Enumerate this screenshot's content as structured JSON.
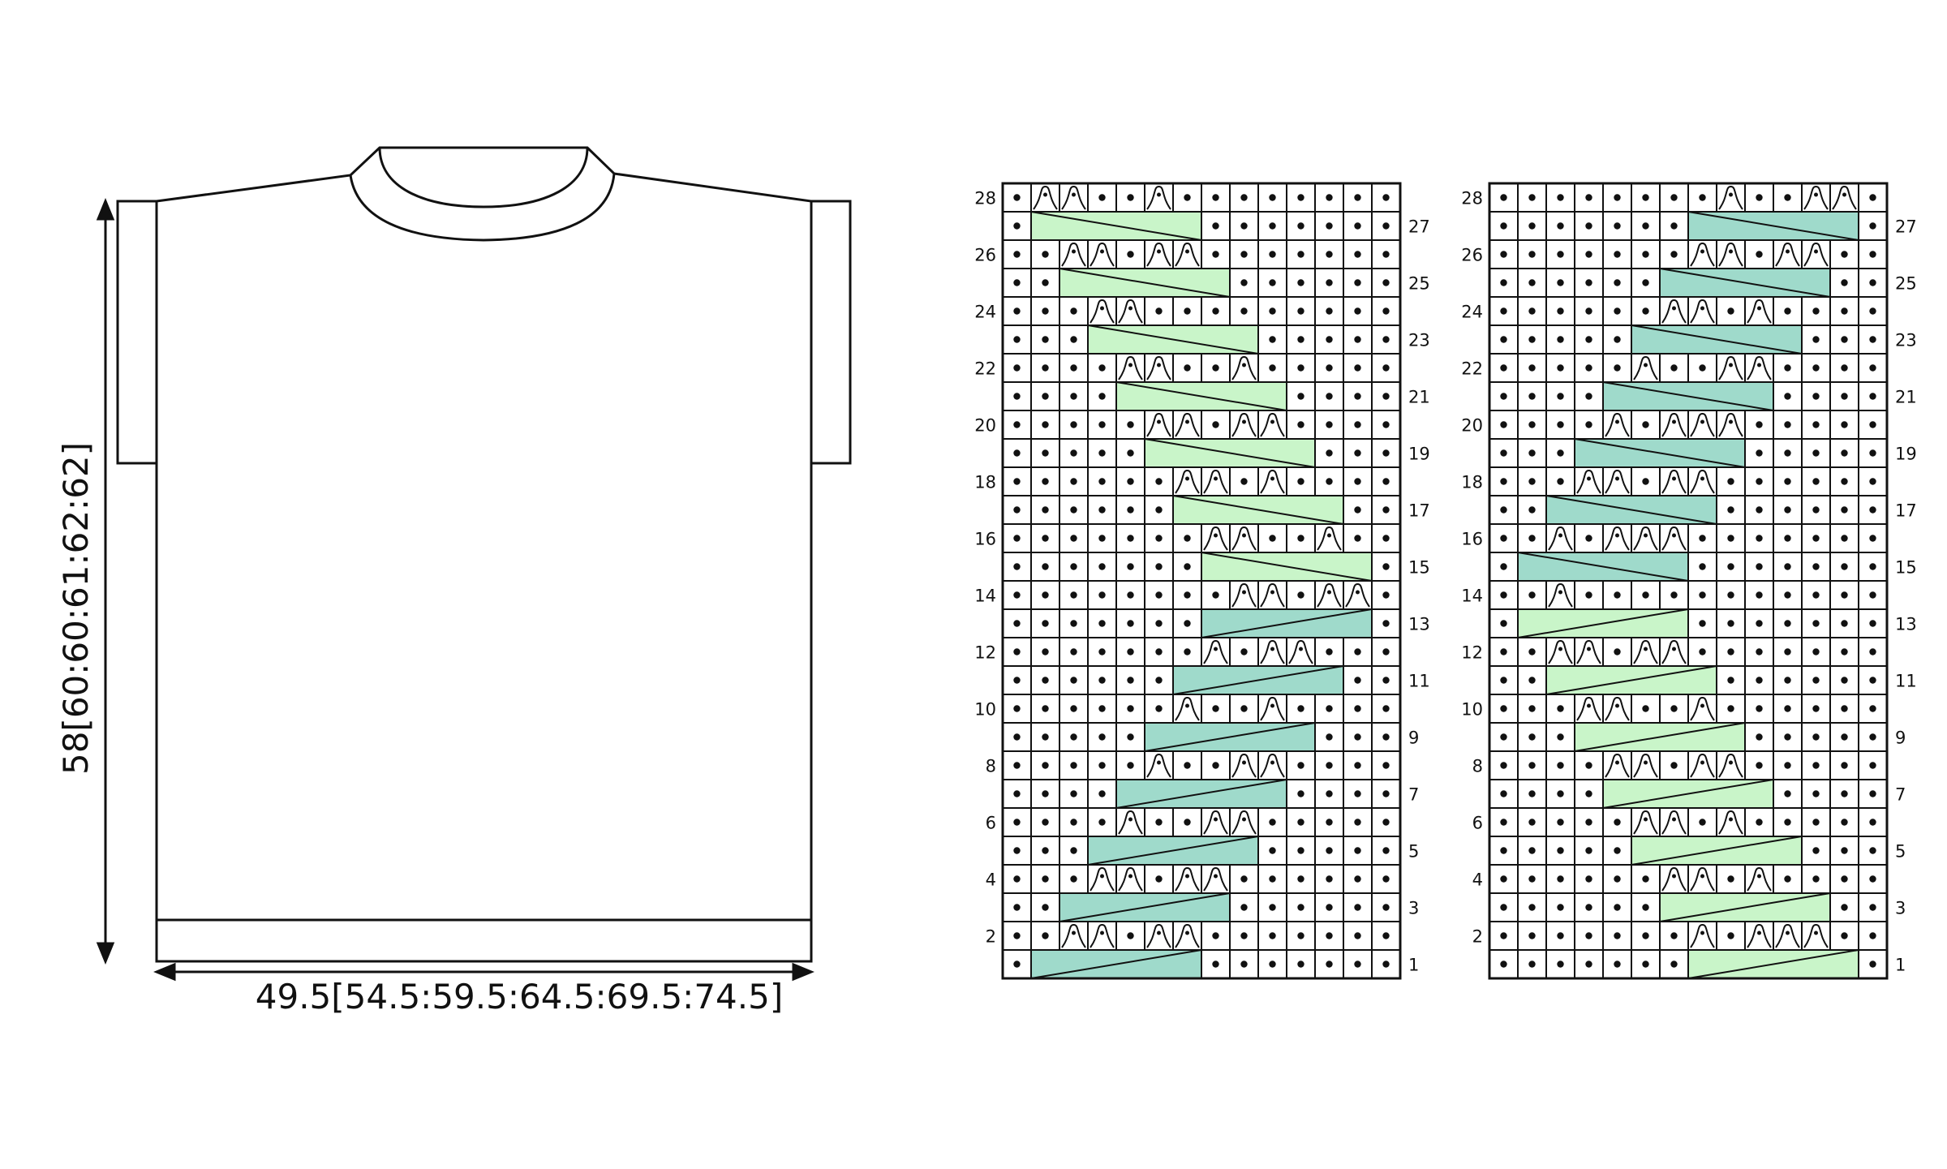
{
  "schematic": {
    "width_label": "49.5[54.5:59.5:64.5:69.5:74.5]",
    "length_label": "58[60:60:61:62:62]"
  },
  "colors": {
    "light_cable": "#c9f5c9",
    "dark_cable": "#9fdacb",
    "grid_line": "#111111",
    "purl_dot": "#111111"
  },
  "charts": [
    {
      "id": "chart-a",
      "cols": 14,
      "rows": [
        {
          "row": 1,
          "cables": [
            {
              "start": 2,
              "width": 6,
              "tone": "dark",
              "dir": "up"
            }
          ]
        },
        {
          "row": 2,
          "twists": [
            3,
            4,
            6,
            7
          ]
        },
        {
          "row": 3,
          "cables": [
            {
              "start": 3,
              "width": 6,
              "tone": "dark",
              "dir": "up"
            }
          ]
        },
        {
          "row": 4,
          "twists": [
            4,
            5,
            7,
            8
          ]
        },
        {
          "row": 5,
          "cables": [
            {
              "start": 4,
              "width": 6,
              "tone": "dark",
              "dir": "up"
            }
          ]
        },
        {
          "row": 6,
          "twists": [
            5,
            8,
            9
          ]
        },
        {
          "row": 7,
          "cables": [
            {
              "start": 5,
              "width": 6,
              "tone": "dark",
              "dir": "up"
            }
          ]
        },
        {
          "row": 8,
          "twists": [
            6,
            9,
            10
          ]
        },
        {
          "row": 9,
          "cables": [
            {
              "start": 6,
              "width": 6,
              "tone": "dark",
              "dir": "up"
            }
          ]
        },
        {
          "row": 10,
          "twists": [
            7,
            10
          ]
        },
        {
          "row": 11,
          "cables": [
            {
              "start": 7,
              "width": 6,
              "tone": "dark",
              "dir": "up"
            }
          ]
        },
        {
          "row": 12,
          "twists": [
            8,
            10,
            11
          ]
        },
        {
          "row": 13,
          "cables": [
            {
              "start": 8,
              "width": 6,
              "tone": "dark",
              "dir": "up"
            }
          ]
        },
        {
          "row": 14,
          "twists": [
            9,
            10,
            12,
            13
          ]
        },
        {
          "row": 15,
          "cables": [
            {
              "start": 8,
              "width": 6,
              "tone": "light",
              "dir": "down"
            }
          ]
        },
        {
          "row": 16,
          "twists": [
            8,
            9,
            12
          ]
        },
        {
          "row": 17,
          "cables": [
            {
              "start": 7,
              "width": 6,
              "tone": "light",
              "dir": "down"
            }
          ]
        },
        {
          "row": 18,
          "twists": [
            7,
            8,
            10
          ]
        },
        {
          "row": 19,
          "cables": [
            {
              "start": 6,
              "width": 6,
              "tone": "light",
              "dir": "down"
            }
          ]
        },
        {
          "row": 20,
          "twists": [
            6,
            7,
            9,
            10
          ]
        },
        {
          "row": 21,
          "cables": [
            {
              "start": 5,
              "width": 6,
              "tone": "light",
              "dir": "down"
            }
          ]
        },
        {
          "row": 22,
          "twists": [
            5,
            6,
            9
          ]
        },
        {
          "row": 23,
          "cables": [
            {
              "start": 4,
              "width": 6,
              "tone": "light",
              "dir": "down"
            }
          ]
        },
        {
          "row": 24,
          "twists": [
            4,
            5
          ]
        },
        {
          "row": 25,
          "cables": [
            {
              "start": 3,
              "width": 6,
              "tone": "light",
              "dir": "down"
            }
          ]
        },
        {
          "row": 26,
          "twists": [
            3,
            4,
            6,
            7
          ]
        },
        {
          "row": 27,
          "cables": [
            {
              "start": 2,
              "width": 6,
              "tone": "light",
              "dir": "down"
            }
          ]
        },
        {
          "row": 28,
          "twists": [
            2,
            3,
            6
          ]
        }
      ]
    },
    {
      "id": "chart-b",
      "cols": 14,
      "rows": [
        {
          "row": 1,
          "cables": [
            {
              "start": 8,
              "width": 6,
              "tone": "light",
              "dir": "up"
            }
          ]
        },
        {
          "row": 2,
          "twists": [
            8,
            10,
            11,
            12
          ]
        },
        {
          "row": 3,
          "cables": [
            {
              "start": 7,
              "width": 6,
              "tone": "light",
              "dir": "up"
            }
          ]
        },
        {
          "row": 4,
          "twists": [
            7,
            8,
            10
          ]
        },
        {
          "row": 5,
          "cables": [
            {
              "start": 6,
              "width": 6,
              "tone": "light",
              "dir": "up"
            }
          ]
        },
        {
          "row": 6,
          "twists": [
            6,
            7,
            9
          ]
        },
        {
          "row": 7,
          "cables": [
            {
              "start": 5,
              "width": 6,
              "tone": "light",
              "dir": "up"
            }
          ]
        },
        {
          "row": 8,
          "twists": [
            5,
            6,
            8,
            9
          ]
        },
        {
          "row": 9,
          "cables": [
            {
              "start": 4,
              "width": 6,
              "tone": "light",
              "dir": "up"
            }
          ]
        },
        {
          "row": 10,
          "twists": [
            4,
            5,
            8
          ]
        },
        {
          "row": 11,
          "cables": [
            {
              "start": 3,
              "width": 6,
              "tone": "light",
              "dir": "up"
            }
          ]
        },
        {
          "row": 12,
          "twists": [
            3,
            4,
            6,
            7
          ]
        },
        {
          "row": 13,
          "cables": [
            {
              "start": 2,
              "width": 6,
              "tone": "light",
              "dir": "up"
            }
          ]
        },
        {
          "row": 14,
          "twists": [
            3
          ]
        },
        {
          "row": 15,
          "cables": [
            {
              "start": 2,
              "width": 6,
              "tone": "dark",
              "dir": "down"
            }
          ]
        },
        {
          "row": 16,
          "twists": [
            3,
            5,
            6,
            7
          ]
        },
        {
          "row": 17,
          "cables": [
            {
              "start": 3,
              "width": 6,
              "tone": "dark",
              "dir": "down"
            }
          ]
        },
        {
          "row": 18,
          "twists": [
            4,
            5,
            7,
            8
          ]
        },
        {
          "row": 19,
          "cables": [
            {
              "start": 4,
              "width": 6,
              "tone": "dark",
              "dir": "down"
            }
          ]
        },
        {
          "row": 20,
          "twists": [
            5,
            7,
            8,
            9
          ]
        },
        {
          "row": 21,
          "cables": [
            {
              "start": 5,
              "width": 6,
              "tone": "dark",
              "dir": "down"
            }
          ]
        },
        {
          "row": 22,
          "twists": [
            6,
            9,
            10
          ]
        },
        {
          "row": 23,
          "cables": [
            {
              "start": 6,
              "width": 6,
              "tone": "dark",
              "dir": "down"
            }
          ]
        },
        {
          "row": 24,
          "twists": [
            7,
            8,
            10
          ]
        },
        {
          "row": 25,
          "cables": [
            {
              "start": 7,
              "width": 6,
              "tone": "dark",
              "dir": "down"
            }
          ]
        },
        {
          "row": 26,
          "twists": [
            8,
            9,
            11,
            12
          ]
        },
        {
          "row": 27,
          "cables": [
            {
              "start": 8,
              "width": 6,
              "tone": "dark",
              "dir": "down"
            }
          ]
        },
        {
          "row": 28,
          "twists": [
            9,
            12,
            13
          ]
        }
      ]
    }
  ]
}
